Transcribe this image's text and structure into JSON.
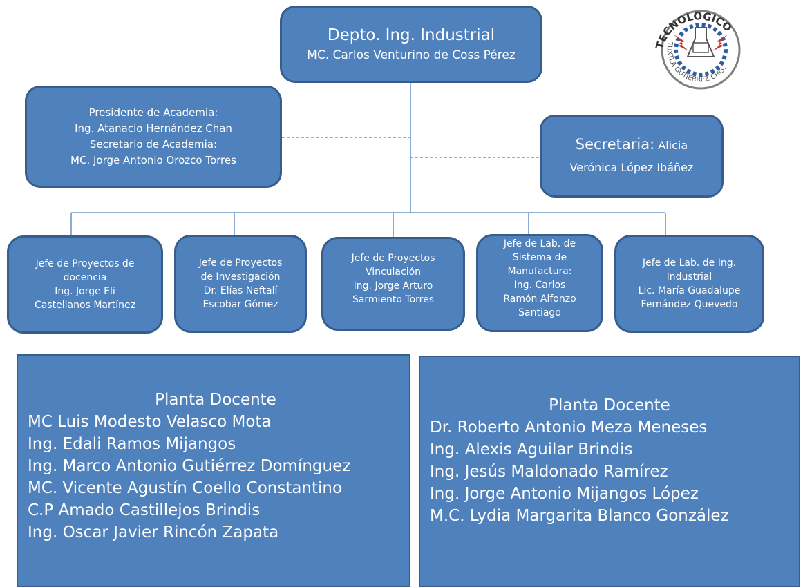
{
  "department": {
    "title": "Depto. Ing. Industrial",
    "head": "MC. Carlos Venturino de Coss Pérez"
  },
  "academy": {
    "president_label": "Presidente de Academia:",
    "president_name": "Ing. Atanacio Hernández Chan",
    "secretary_label": "Secretario de Academia:",
    "secretary_name": "MC. Jorge Antonio Orozco Torres"
  },
  "secretary": {
    "role": "Secretaria:",
    "name_line1": "Alicia",
    "name_line2": "Verónica López Ibáñez"
  },
  "jefes": [
    {
      "lines": [
        "Jefe de Proyectos de",
        "docencia",
        "Ing. Jorge Eli",
        "Castellanos Martínez"
      ]
    },
    {
      "lines": [
        "Jefe de Proyectos",
        "de Investigación",
        "Dr. Elías Neftalí",
        "Escobar Gómez"
      ]
    },
    {
      "lines": [
        "Jefe de Proyectos",
        "Vinculación",
        "Ing. Jorge Arturo",
        "Sarmiento Torres"
      ]
    },
    {
      "lines": [
        "Jefe de Lab. de",
        "Sistema de",
        "Manufactura:",
        "Ing. Carlos",
        "Ramón Alfonzo",
        "Santiago"
      ]
    },
    {
      "lines": [
        "Jefe de Lab. de Ing.",
        "Industrial",
        "Lic. María Guadalupe",
        "Fernández Quevedo"
      ]
    }
  ],
  "planta_left": {
    "title": "Planta Docente",
    "members": [
      "MC Luis Modesto Velasco Mota",
      "Ing. Edali Ramos Mijangos",
      "Ing. Marco Antonio Gutiérrez Domínguez",
      "MC. Vicente Agustín Coello Constantino",
      "C.P Amado Castillejos Brindis",
      "Ing. Oscar Javier Rincón Zapata"
    ]
  },
  "planta_right": {
    "title": "Planta Docente",
    "members": [
      "Dr. Roberto Antonio Meza Meneses",
      "Ing. Alexis Aguilar Brindis",
      "Ing. Jesús Maldonado Ramírez",
      "Ing. Jorge Antonio Mijangos López",
      "M.C. Lydia Margarita Blanco González"
    ]
  },
  "logo": {
    "arc_text": "TECNOLOGICO",
    "ring_text": "TUXTLA GUTIERREZ CHIS."
  },
  "colors": {
    "box_fill": "#4f81bd",
    "box_border": "#385d8a",
    "connector": "#4f81bd",
    "logo_red": "#c0392b",
    "logo_gray": "#7f7f7f",
    "logo_blue": "#2e5d9f"
  }
}
